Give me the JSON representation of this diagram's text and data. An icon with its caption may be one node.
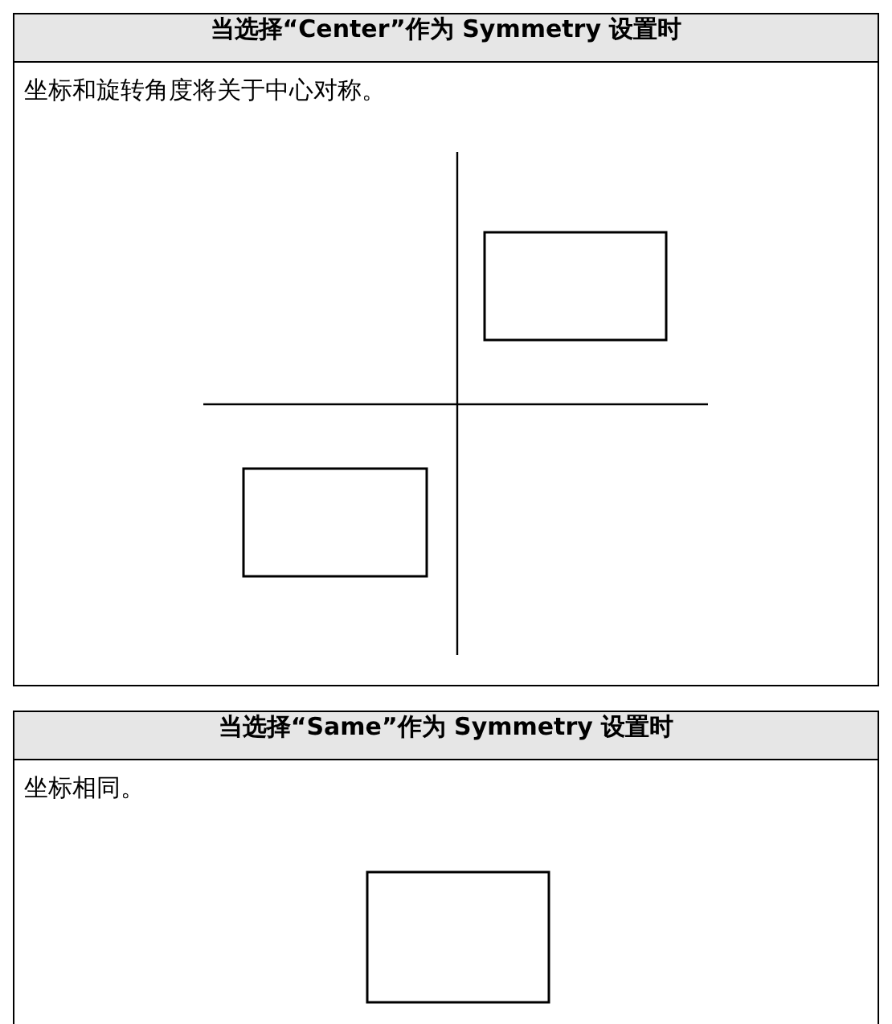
{
  "diagram": {
    "nodes": [
      {
        "text": [
          "当选择“Center”作为 Symmetry 设置时",
          "坐标和旋转角度将关于中心对称。"
        ]
      },
      {
        "text": [
          "当选择“Same”作为 Symmetry 设置时",
          "坐标相同。"
        ]
      }
    ]
  }
}
